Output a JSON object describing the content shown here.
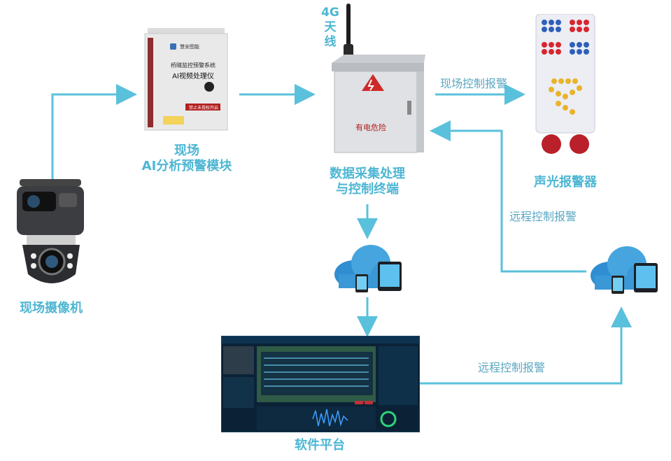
{
  "nodes": {
    "camera": {
      "label": "现场摄像机"
    },
    "ai_module": {
      "label_line1": "现场",
      "label_line2": "AI分析预警模块",
      "device_brand": "慧安图能",
      "device_title": "桥隧监控预警系统",
      "device_subtitle": "AI视频处理仪",
      "device_badge": "禁止未授权开启"
    },
    "terminal": {
      "label_line1": "数据采集处理",
      "label_line2": "与控制终端",
      "antenna_line1": "4G",
      "antenna_line2": "天",
      "antenna_line3": "线",
      "warning_text": "有电危险"
    },
    "alarm": {
      "label": "声光报警器"
    },
    "platform": {
      "label": "软件平台"
    }
  },
  "edges": {
    "onsite_control": "现场控制报警",
    "remote_control_1": "远程控制报警",
    "remote_control_2": "远程控制报警"
  },
  "colors": {
    "accent": "#5ac1dc",
    "text": "#4db6d3"
  }
}
